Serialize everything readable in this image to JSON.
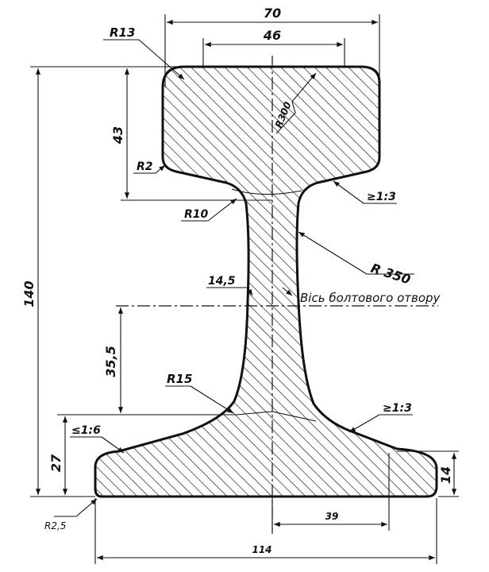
{
  "dimensions": {
    "head_width": "70",
    "head_top_width": "46",
    "total_height": "140",
    "head_height": "43",
    "bolt_hole_height": "35,5",
    "foot_height": "27",
    "foot_edge_height": "14",
    "web_thickness": "14,5",
    "foot_half_width": "39",
    "foot_width": "114"
  },
  "radii": {
    "head_corner": "R13",
    "head_fillet": "R2",
    "head_crown": "R300",
    "web_top_fillet": "R10",
    "web_side": "R 350",
    "web_bottom_fillet": "R15",
    "foot_edge": "R2,5"
  },
  "slopes": {
    "head_underside": "≥1:3",
    "foot_top_left": "≤1:6",
    "foot_top_right": "≥1:3"
  },
  "labels": {
    "bolt_hole_axis": "Вісь болтового отвору"
  },
  "colors": {
    "line": "#111111",
    "hatch": "#222222",
    "background": "#ffffff"
  }
}
